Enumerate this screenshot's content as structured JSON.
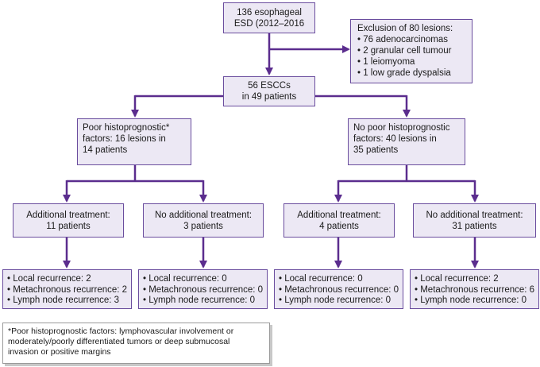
{
  "colors": {
    "arrow": "#5b2d8e",
    "box_fill": "#ece8f4",
    "box_border": "#6a4d9e"
  },
  "top": {
    "lines": [
      "136 esophageal",
      "ESD (2012–2016"
    ]
  },
  "exclusion": {
    "lines": [
      "Exclusion of 80 lesions:",
      "• 76 adenocarcinomas",
      "• 2 granular cell tumour",
      "• 1 leiomyoma",
      "• 1 low grade dyspalsia"
    ]
  },
  "esccs": {
    "lines": [
      "56 ESCCs",
      "in 49 patients"
    ]
  },
  "poor": {
    "lines": [
      "Poor histoprognostic*",
      "factors: 16 lesions in",
      "14 patients"
    ]
  },
  "nopoor": {
    "lines": [
      "No poor histoprognostic",
      "factors: 40 lesions in",
      "35 patients"
    ]
  },
  "t1": {
    "lines": [
      "Additional treatment:",
      "11 patients"
    ]
  },
  "t2": {
    "lines": [
      "No additional treatment:",
      "3 patients"
    ]
  },
  "t3": {
    "lines": [
      "Additional treatment:",
      "4 patients"
    ]
  },
  "t4": {
    "lines": [
      "No additional treatment:",
      "31 patients"
    ]
  },
  "r1": {
    "lines": [
      "• Local recurrence: 2",
      "• Metachronous recurrence: 2",
      "• Lymph node recurrence: 3"
    ]
  },
  "r2": {
    "lines": [
      "• Local recurrence: 0",
      "• Metachronous recurrence: 0",
      "• Lymph node recurrence: 0"
    ]
  },
  "r3": {
    "lines": [
      "• Local recurrence: 0",
      "• Metachronous recurrence: 0",
      "• Lymph node recurrence: 0"
    ]
  },
  "r4": {
    "lines": [
      "• Local recurrence: 2",
      "• Metachronous recurrence: 6",
      "• Lymph node recurrence: 0"
    ]
  },
  "footnote": {
    "lines": [
      "*Poor histoprognostic factors: lymphovascular involvement or",
      "moderately/poorly differentiated tumors or deep submucosal",
      "invasion or positive margins"
    ]
  }
}
